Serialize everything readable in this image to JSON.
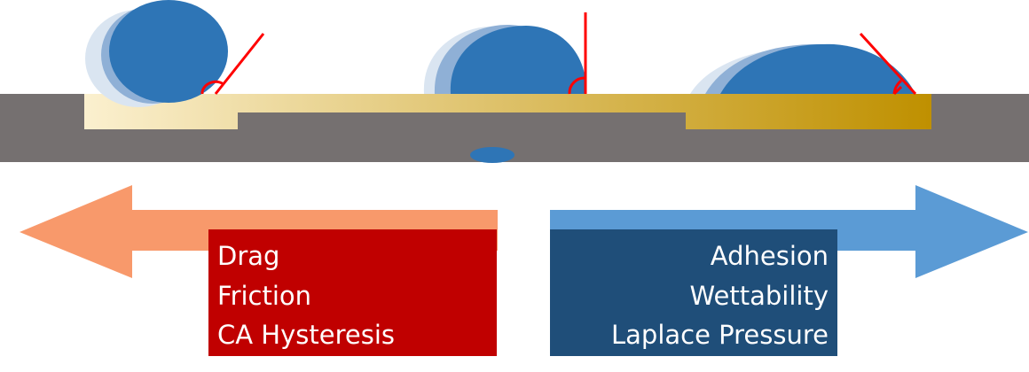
{
  "colors": {
    "substrate": "#757070",
    "gradient_start": "#fbf0cf",
    "gradient_end": "#bf9000",
    "droplet_front": "#2e75b6",
    "droplet_mid": "#8fb0d6",
    "droplet_back": "#dae5f1",
    "contact_angle": "#ff0000",
    "arrow_left": "#f8996b",
    "arrow_right": "#5b9bd5",
    "box_left": "#c00000",
    "box_right": "#1f4e79"
  },
  "left_forces": {
    "direction": "left",
    "items": [
      "Drag",
      "Friction",
      "CA Hysteresis"
    ]
  },
  "right_forces": {
    "direction": "right",
    "items": [
      "Adhesion",
      "Wettability",
      "Laplace Pressure"
    ]
  },
  "droplets": [
    {
      "name": "droplet-hydrophobic",
      "contact_angle": "obtuse"
    },
    {
      "name": "droplet-neutral",
      "contact_angle": "right"
    },
    {
      "name": "droplet-hydrophilic",
      "contact_angle": "acute"
    }
  ]
}
